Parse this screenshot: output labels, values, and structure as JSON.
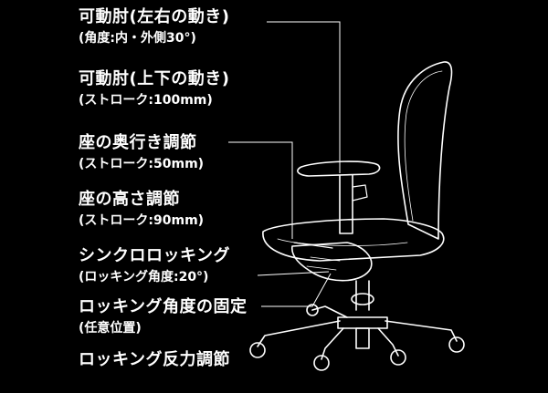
{
  "features": [
    {
      "name": "可動肘(左右の動き)",
      "detail": "(角度:内・外側30°)"
    },
    {
      "name": "可動肘(上下の動き)",
      "detail": "(ストローク:100mm)"
    },
    {
      "name": "座の奥行き調節",
      "detail": "(ストローク:50mm)"
    },
    {
      "name": "座の高さ調節",
      "detail": "(ストローク:90mm)"
    },
    {
      "name": "シンクロロッキング",
      "detail": "(ロッキング角度:20°)"
    },
    {
      "name": "ロッキング角度の固定",
      "detail": "(任意位置)"
    },
    {
      "name": "ロッキング反力調節",
      "detail": ""
    }
  ],
  "colors": {
    "background": "#000000",
    "text": "#ffffff",
    "line": "#ffffff"
  }
}
